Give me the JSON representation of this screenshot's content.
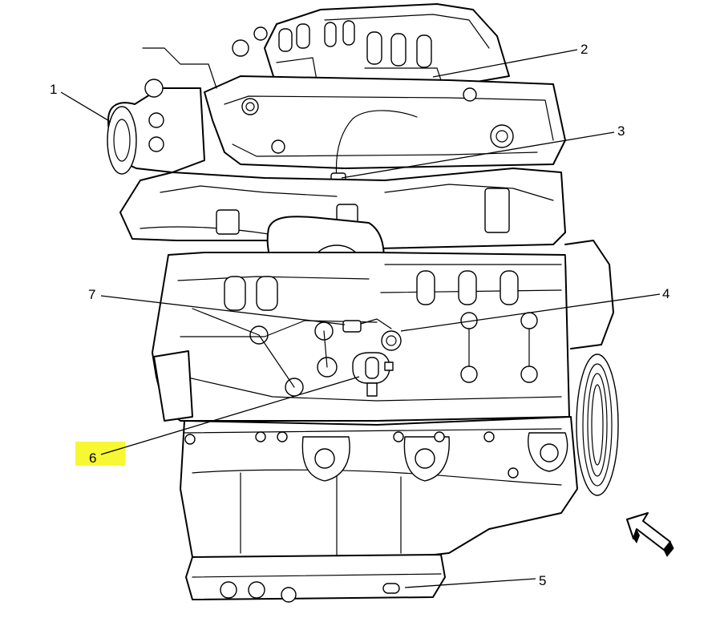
{
  "diagram": {
    "highlight_color": "#f7f734",
    "line_color": "#000000",
    "background": "#ffffff",
    "callouts": [
      {
        "id": "1",
        "label": "1"
      },
      {
        "id": "2",
        "label": "2"
      },
      {
        "id": "3",
        "label": "3"
      },
      {
        "id": "4",
        "label": "4"
      },
      {
        "id": "5",
        "label": "5"
      },
      {
        "id": "6",
        "label": "6"
      },
      {
        "id": "7",
        "label": "7"
      }
    ],
    "direction_arrow_icon": "arrow-up-left-icon"
  }
}
